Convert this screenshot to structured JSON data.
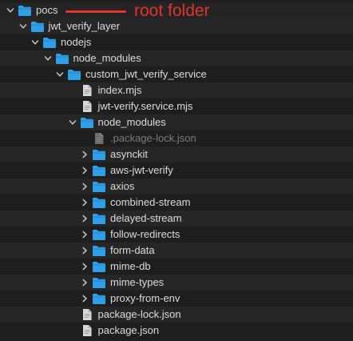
{
  "annotation": {
    "text": "root folder",
    "color": "#e0352b"
  },
  "colors": {
    "folder": "#2f9fe8",
    "file": "#d8d8d8",
    "text": "#dcdcdc",
    "dim_text": "#7b7b7b"
  },
  "tree": [
    {
      "label": "pocs",
      "kind": "folder",
      "depth": 0,
      "chevron": "open"
    },
    {
      "label": "jwt_verify_layer",
      "kind": "folder",
      "depth": 1,
      "chevron": "open"
    },
    {
      "label": "nodejs",
      "kind": "folder",
      "depth": 2,
      "chevron": "open"
    },
    {
      "label": "node_modules",
      "kind": "folder",
      "depth": 3,
      "chevron": "open"
    },
    {
      "label": "custom_jwt_verify_service",
      "kind": "folder",
      "depth": 4,
      "chevron": "open"
    },
    {
      "label": "index.mjs",
      "kind": "file",
      "depth": 5,
      "chevron": "none"
    },
    {
      "label": "jwt-verify.service.mjs",
      "kind": "file",
      "depth": 5,
      "chevron": "none"
    },
    {
      "label": "node_modules",
      "kind": "folder",
      "depth": 5,
      "chevron": "open"
    },
    {
      "label": ".package-lock.json",
      "kind": "file-hidden",
      "depth": 6,
      "chevron": "none"
    },
    {
      "label": "asynckit",
      "kind": "folder",
      "depth": 6,
      "chevron": "closed"
    },
    {
      "label": "aws-jwt-verify",
      "kind": "folder",
      "depth": 6,
      "chevron": "closed"
    },
    {
      "label": "axios",
      "kind": "folder",
      "depth": 6,
      "chevron": "closed"
    },
    {
      "label": "combined-stream",
      "kind": "folder",
      "depth": 6,
      "chevron": "closed"
    },
    {
      "label": "delayed-stream",
      "kind": "folder",
      "depth": 6,
      "chevron": "closed"
    },
    {
      "label": "follow-redirects",
      "kind": "folder",
      "depth": 6,
      "chevron": "closed"
    },
    {
      "label": "form-data",
      "kind": "folder",
      "depth": 6,
      "chevron": "closed"
    },
    {
      "label": "mime-db",
      "kind": "folder",
      "depth": 6,
      "chevron": "closed"
    },
    {
      "label": "mime-types",
      "kind": "folder",
      "depth": 6,
      "chevron": "closed"
    },
    {
      "label": "proxy-from-env",
      "kind": "folder",
      "depth": 6,
      "chevron": "closed"
    },
    {
      "label": "package-lock.json",
      "kind": "file",
      "depth": 5,
      "chevron": "none"
    },
    {
      "label": "package.json",
      "kind": "file",
      "depth": 5,
      "chevron": "none"
    }
  ]
}
